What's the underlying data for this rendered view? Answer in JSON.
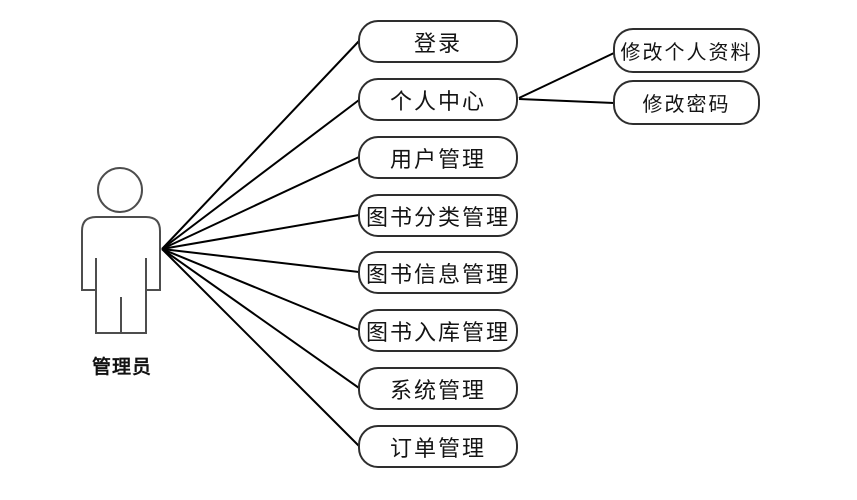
{
  "diagram": {
    "type": "uml-use-case",
    "actor": {
      "label": "管理员"
    },
    "use_cases": [
      {
        "id": "login",
        "label": "登录"
      },
      {
        "id": "personal-center",
        "label": "个人中心"
      },
      {
        "id": "user-management",
        "label": "用户管理"
      },
      {
        "id": "book-category-management",
        "label": "图书分类管理"
      },
      {
        "id": "book-info-management",
        "label": "图书信息管理"
      },
      {
        "id": "book-storage-management",
        "label": "图书入库管理"
      },
      {
        "id": "system-management",
        "label": "系统管理"
      },
      {
        "id": "order-management",
        "label": "订单管理"
      }
    ],
    "sub_use_cases": [
      {
        "id": "edit-profile",
        "label": "修改个人资料",
        "parent": "personal-center"
      },
      {
        "id": "change-password",
        "label": "修改密码",
        "parent": "personal-center"
      }
    ],
    "colors": {
      "line": "#000000",
      "box_border": "#2e2e2e",
      "actor_stroke": "#4d4d4d",
      "background": "#ffffff"
    }
  }
}
